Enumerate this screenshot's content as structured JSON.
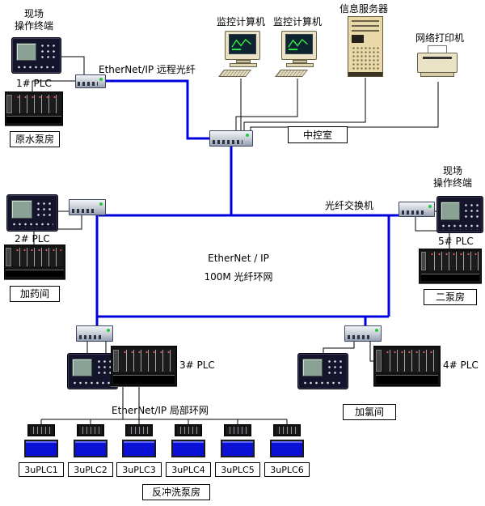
{
  "colors": {
    "ring": "#0000dd",
    "wire": "#000000"
  },
  "labels": {
    "terminal_left": "现场\n操作终端",
    "plc1": "1# PLC",
    "room_raw_water": "原水泵房",
    "remote_fiber": "EtherNet/IP 远程光纤",
    "monitor1": "监控计算机",
    "monitor2": "监控计算机",
    "server": "信息服务器",
    "printer": "网络打印机",
    "control_room": "中控室",
    "fiber_switch": "光纤交换机",
    "ring_line1": "EtherNet / IP",
    "ring_line2": "100M 光纤环网",
    "plc2": "2# PLC",
    "room_dosing": "加药间",
    "terminal_right": "现场\n操作终端",
    "plc5": "5# PLC",
    "room_pump2": "二泵房",
    "plc3": "3# PLC",
    "plc4": "4# PLC",
    "room_chlorine": "加氯间",
    "local_ring": "EtherNet/IP 局部环网",
    "room_backwash": "反冲洗泵房"
  },
  "bottom_units": [
    {
      "label": "3uPLC1"
    },
    {
      "label": "3uPLC2"
    },
    {
      "label": "3uPLC3"
    },
    {
      "label": "3uPLC4"
    },
    {
      "label": "3uPLC5"
    },
    {
      "label": "3uPLC6"
    }
  ]
}
